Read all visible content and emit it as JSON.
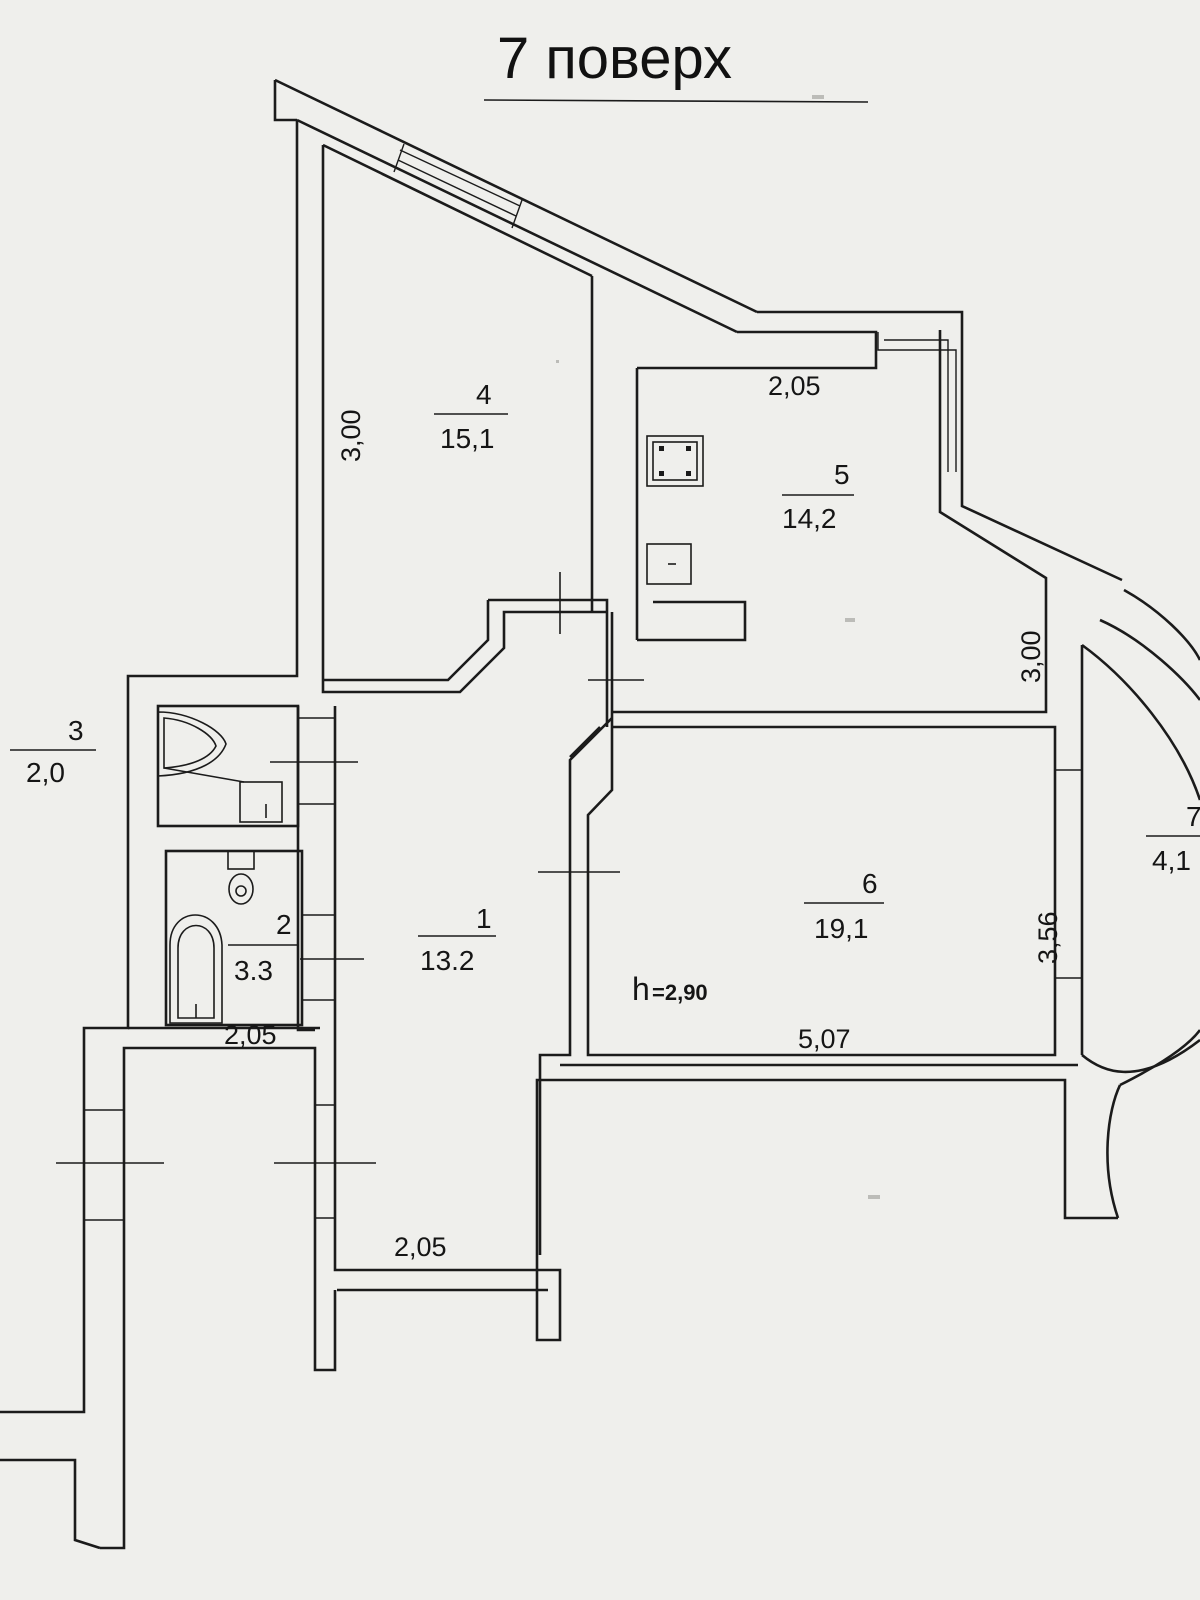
{
  "title": "7 поверх",
  "rooms": [
    {
      "number": "1",
      "area": "13.2"
    },
    {
      "number": "2",
      "area": "3.3"
    },
    {
      "number": "3",
      "area": "2,0"
    },
    {
      "number": "4",
      "area": "15,1"
    },
    {
      "number": "5",
      "area": "14,2"
    },
    {
      "number": "6",
      "area": "19,1"
    },
    {
      "number": "7",
      "area": "4,1"
    }
  ],
  "dimensions": {
    "room4_height": "3,00",
    "room5_top": "2,05",
    "room5_right": "3,00",
    "room6_right": "3,56",
    "room6_bottom": "5,07",
    "bath_width": "2,05",
    "corridor_width": "2,05"
  },
  "ceiling": {
    "label": "h",
    "value": "=2,90"
  },
  "colors": {
    "line": "#1b1b1b",
    "paper": "#efefec"
  }
}
